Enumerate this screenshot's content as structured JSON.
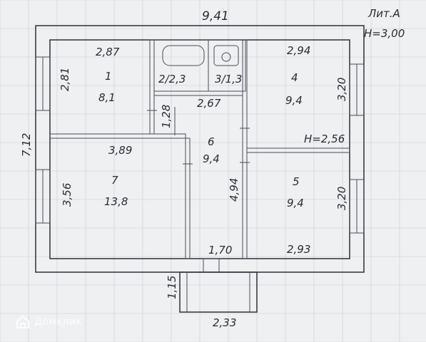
{
  "header": {
    "total_width": "9,41",
    "lit": "Лит.А",
    "ceiling_height": "H=3,00"
  },
  "rooms": {
    "r1": {
      "num": "1",
      "area": "8,1",
      "width": "2,87",
      "depth": "2,81"
    },
    "r2": {
      "label": "2/2,3"
    },
    "r3": {
      "label": "3/1,3"
    },
    "r4": {
      "num": "4",
      "area": "9,4",
      "width": "2,94",
      "depth": "3,20"
    },
    "r5": {
      "num": "5",
      "area": "9,4",
      "width": "2,93",
      "depth": "3,20"
    },
    "r6": {
      "num": "6",
      "area": "9,4",
      "width": "2,67",
      "depth": "4,94",
      "small": "1,28"
    },
    "r7": {
      "num": "7",
      "area": "13,8",
      "width": "3,89",
      "depth": "3,56"
    }
  },
  "dims": {
    "left_total": "7,12",
    "inner_height": "H=2,56",
    "bottom_mid": "1,70",
    "porch_depth": "1,15",
    "porch_width": "2,33"
  },
  "watermark": {
    "text": "Домклик"
  }
}
